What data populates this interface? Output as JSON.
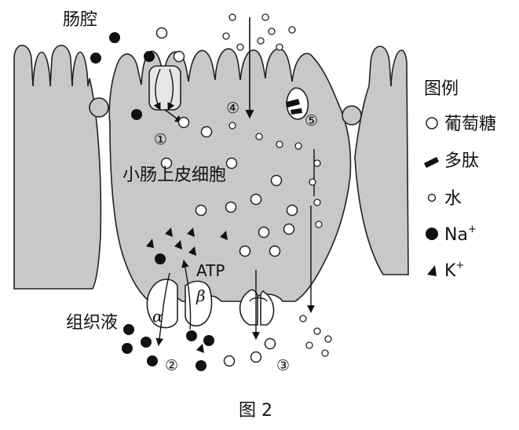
{
  "labels": {
    "intestinal_lumen": "肠腔",
    "epithelial_cell": "小肠上皮细胞",
    "tissue_fluid": "组织液",
    "atp": "ATP",
    "alpha": "α",
    "beta": "β",
    "caption": "图 2"
  },
  "pathways": [
    "①",
    "②",
    "③",
    "④",
    "⑤"
  ],
  "legend": {
    "title": "图例",
    "items": [
      {
        "label": "葡萄糖",
        "icon": "open-circle-icon"
      },
      {
        "label": "多肽",
        "icon": "black-bar-icon"
      },
      {
        "label": "水",
        "icon": "small-open-circle-icon"
      },
      {
        "label": "Na",
        "sup": "+",
        "icon": "filled-circle-icon"
      },
      {
        "label": "K",
        "sup": "+",
        "icon": "filled-triangle-icon"
      }
    ]
  },
  "colors": {
    "cell_fill": "#c8c8c8",
    "outline": "#222222",
    "background": "#ffffff"
  }
}
